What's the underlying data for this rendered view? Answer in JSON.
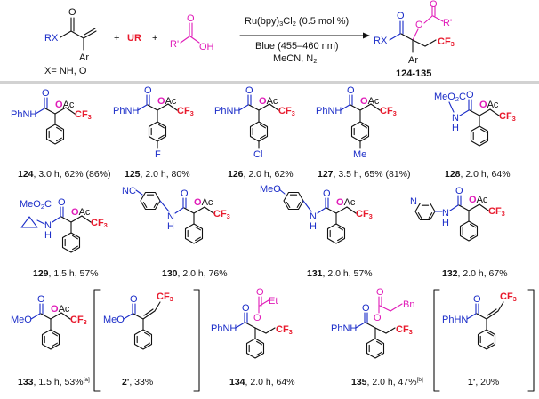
{
  "reaction": {
    "reagent_ur": "UR",
    "plus": "+",
    "acid_r": "R'",
    "acid_oh": "OH",
    "x_def": "X= NH, O",
    "conditions_top": "Ru(bpy)3Cl2 (0.5 mol %)",
    "conditions_bottom_1": "Blue (455–460 nm)",
    "conditions_bottom_2": "MeCN, N2",
    "product_range": "124-135",
    "rx": "RX",
    "ar": "Ar",
    "cf3": "CF3",
    "o": "O",
    "rprime": "R'"
  },
  "groups": {
    "phnh": "PhNH",
    "meo": "MeO",
    "meo2c": "MeO2C",
    "nc": "NC",
    "hn": "HN",
    "nh": "N",
    "h": "H",
    "oac": "OAc",
    "o": "O",
    "f": "F",
    "cl": "Cl",
    "me": "Me",
    "et": "Et",
    "bn": "Bn",
    "n_pyr": "N",
    "cf3": "CF3"
  },
  "captions": [
    {
      "id": "124",
      "text": ", 3.0 h, 62% (86%)"
    },
    {
      "id": "125",
      "text": ", 2.0 h, 80%"
    },
    {
      "id": "126",
      "text": ", 2.0 h, 62%"
    },
    {
      "id": "127",
      "text": ", 3.5 h, 65% (81%)"
    },
    {
      "id": "128",
      "text": ", 2.0 h, 64%"
    },
    {
      "id": "129",
      "text": ", 1.5 h, 57%"
    },
    {
      "id": "130",
      "text": ", 2.0 h, 76%"
    },
    {
      "id": "131",
      "text": ", 2.0 h, 57%"
    },
    {
      "id": "132",
      "text": ", 2.0 h, 67%"
    },
    {
      "id": "133",
      "text": ", 1.5 h, 53%",
      "note": "[a]"
    },
    {
      "id": "2'",
      "text": ", 33%"
    },
    {
      "id": "134",
      "text": ", 2.0 h, 64%"
    },
    {
      "id": "135",
      "text": ", 2.0 h, 47%",
      "note": "[b]"
    },
    {
      "id": "1'",
      "text": ", 20%"
    }
  ]
}
